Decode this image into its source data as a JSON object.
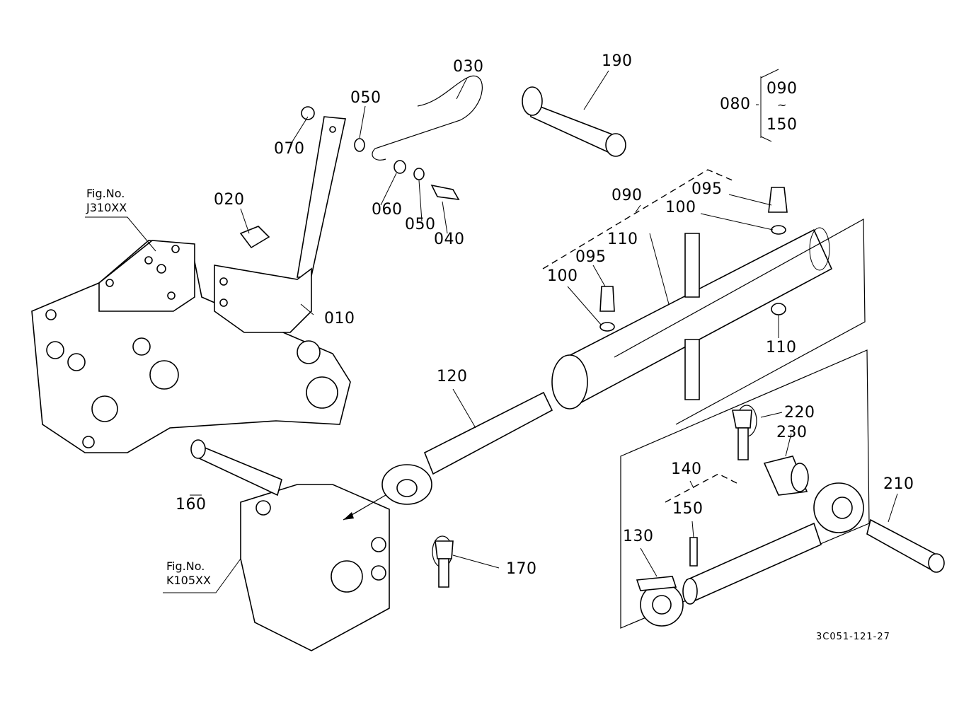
{
  "title": "Top link assembly exploded parts diagram",
  "drawing_number": "3C051-121-27",
  "figure_references": [
    {
      "line1": "Fig.No.",
      "line2": "J310XX"
    },
    {
      "line1": "Fig.No.",
      "line2": "K105XX"
    }
  ],
  "assembly_note": {
    "parent": "080",
    "from": "090",
    "range_symbol": "~",
    "to": "150"
  },
  "callouts": {
    "p010": "010",
    "p020": "020",
    "p030": "030",
    "p040": "040",
    "p050a": "050",
    "p050b": "050",
    "p060": "060",
    "p070": "070",
    "p090": "090",
    "p095a": "095",
    "p095b": "095",
    "p100a": "100",
    "p100b": "100",
    "p110a": "110",
    "p110b": "110",
    "p120": "120",
    "p130": "130",
    "p140": "140",
    "p150": "150",
    "p160": "160",
    "p170": "170",
    "p190": "190",
    "p210": "210",
    "p220": "220",
    "p230": "230"
  }
}
